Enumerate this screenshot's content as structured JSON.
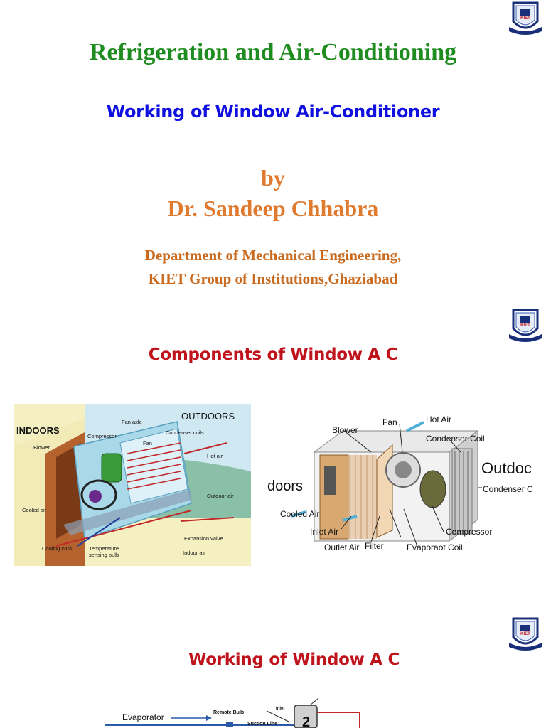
{
  "slide1": {
    "title": "Refrigeration and Air-Conditioning",
    "subtitle": "Working of Window Air-Conditioner",
    "by": "by",
    "author": "Dr. Sandeep Chhabra",
    "department_line1": "Department of Mechanical Engineering,",
    "department_line2": "KIET Group of Institutions,Ghaziabad"
  },
  "logo": {
    "text": "KIET"
  },
  "slide2": {
    "title": "Components of Window A C",
    "diagram1": {
      "indoors": "INDOORS",
      "outdoors": "OUTDOORS",
      "fan_axle": "Fan axle",
      "compressor": "Compressor",
      "condenser_coils": "Condenser coils",
      "fan": "Fan",
      "blower": "Blower",
      "hot_air": "Hot air",
      "outdoor_air": "Outdoor air",
      "cooled_air": "Cooled air",
      "expansion_valve": "Expansion valve",
      "cooling_coils": "Cooling coils",
      "temperature_bulb_1": "Temperature",
      "temperature_bulb_2": "sensing bulb",
      "indoor_air": "Indoor air"
    },
    "diagram2": {
      "fan": "Fan",
      "hot_air": "Hot Air",
      "blower": "Blower",
      "condensor_coil": "Condensor Coil",
      "outdoors": "Outdoc",
      "indoors": "doors",
      "condenser_c": "Condenser C",
      "cooled_air": "Cooled Air",
      "inlet_air": "Inlet Air",
      "filter": "Filter",
      "outlet_air": "Outlet Air",
      "compressor": "Compressor",
      "evaporaot_coil": "Evaporaot Coil"
    }
  },
  "slide3": {
    "title": "Working of Window A C",
    "diagram": {
      "evaporator": "Evaporator",
      "remote_bulb": "Remote Bulb",
      "suction_line": "Suction Line",
      "inlet": "Inlet",
      "compressor_number": "2"
    }
  },
  "colors": {
    "title_green": "#1e8c1e",
    "subtitle_blue": "#1010e0",
    "author_orange": "#e07a2e",
    "section_red": "#c0141c"
  }
}
